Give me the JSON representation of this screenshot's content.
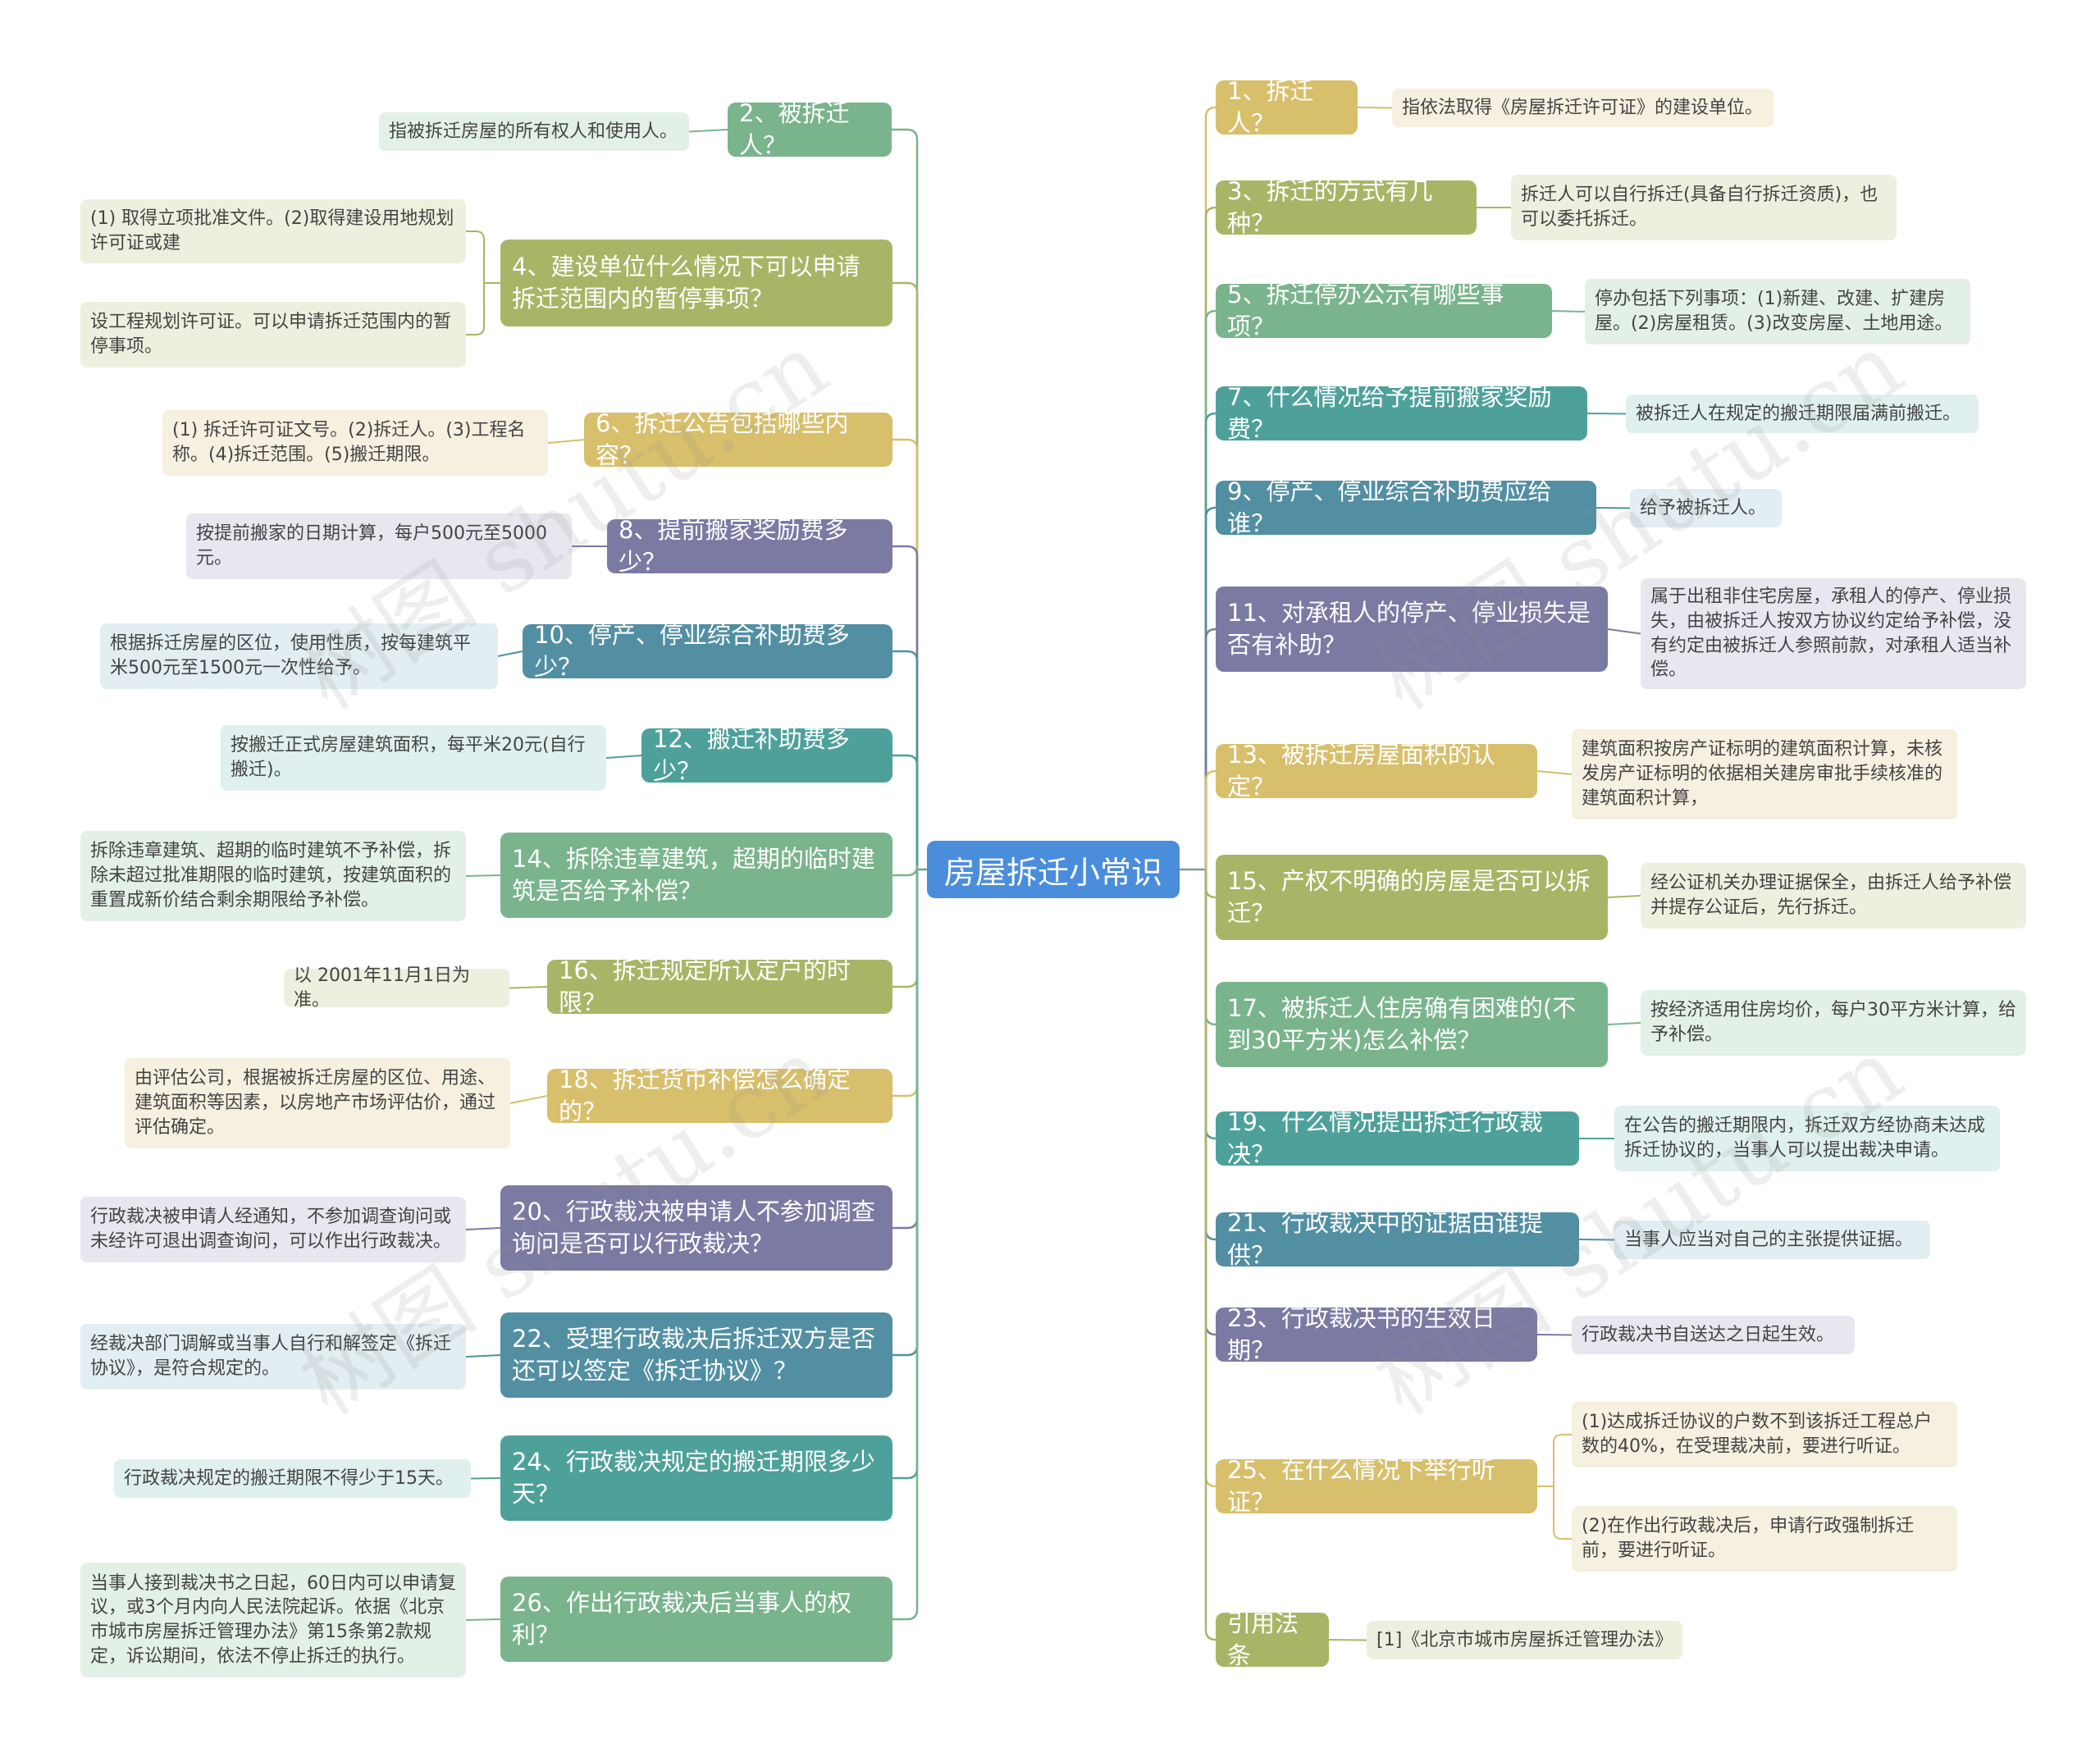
{
  "root": "房屋拆迁小常识",
  "colors": {
    "olive": "#a9b566",
    "gold": "#d8bf6c",
    "sage": "#79b48c",
    "purple": "#7b7aa3",
    "teal": "#4ea19b",
    "slate": "#528fa3",
    "root": "#4a8ddb"
  },
  "left": [
    {
      "q": "2、被拆迁人？",
      "color": "sage",
      "answers": [
        "指被拆迁房屋的所有权人和使用人。"
      ]
    },
    {
      "q": "4、建设单位什么情况下可以申请拆迁范围内的暂停事项？",
      "color": "olive",
      "answers": [
        "(1) 取得立项批准文件。(2)取得建设用地规划许可证或建",
        "设工程规划许可证。可以申请拆迁范围内的暂停事项。"
      ]
    },
    {
      "q": "6、拆迁公告包括哪些内容？",
      "color": "gold",
      "answers": [
        "(1) 拆迁许可证文号。(2)拆迁人。(3)工程名称。(4)拆迁范围。(5)搬迁期限。"
      ]
    },
    {
      "q": "8、提前搬家奖励费多少？",
      "color": "purple",
      "answers": [
        "按提前搬家的日期计算，每户500元至5000元。"
      ]
    },
    {
      "q": "10、停产、停业综合补助费多少？",
      "color": "slate",
      "answers": [
        "根据拆迁房屋的区位，使用性质，按每建筑平米500元至1500元一次性给予。"
      ]
    },
    {
      "q": "12、搬迁补助费多少？",
      "color": "teal",
      "answers": [
        "按搬迁正式房屋建筑面积，每平米20元(自行搬迁)。"
      ]
    },
    {
      "q": "14、拆除违章建筑，超期的临时建筑是否给予补偿？",
      "color": "sage",
      "answers": [
        "拆除违章建筑、超期的临时建筑不予补偿，拆除未超过批准期限的临时建筑，按建筑面积的重置成新价结合剩余期限给予补偿。"
      ]
    },
    {
      "q": "16、拆迁规定所认定户的时限？",
      "color": "olive",
      "answers": [
        "以 2001年11月1日为准。"
      ]
    },
    {
      "q": "18、拆迁货币补偿怎么确定的？",
      "color": "gold",
      "answers": [
        "由评估公司，根据被拆迁房屋的区位、用途、建筑面积等因素，以房地产市场评估价，通过评估确定。"
      ]
    },
    {
      "q": "20、行政裁决被申请人不参加调查询问是否可以行政裁决？",
      "color": "purple",
      "answers": [
        "行政裁决被申请人经通知，不参加调查询问或未经许可退出调查询问，可以作出行政裁决。"
      ]
    },
    {
      "q": "22、受理行政裁决后拆迁双方是否还可以签定《拆迁协议》？",
      "color": "slate",
      "answers": [
        "经裁决部门调解或当事人自行和解签定《拆迁协议》，是符合规定的。"
      ]
    },
    {
      "q": "24、行政裁决规定的搬迁期限多少天？",
      "color": "teal",
      "answers": [
        "行政裁决规定的搬迁期限不得少于15天。"
      ]
    },
    {
      "q": "26、作出行政裁决后当事人的权利？",
      "color": "sage",
      "answers": [
        "当事人接到裁决书之日起，60日内可以申请复议，或3个月内向人民法院起诉。依据《北京市城市房屋拆迁管理办法》第15条第2款规定，诉讼期间，依法不停止拆迁的执行。"
      ]
    }
  ],
  "right": [
    {
      "q": "1、拆迁人？",
      "color": "gold",
      "answers": [
        "指依法取得《房屋拆迁许可证》的建设单位。"
      ]
    },
    {
      "q": "3、拆迁的方式有几种？",
      "color": "olive",
      "answers": [
        "拆迁人可以自行拆迁(具备自行拆迁资质)，也可以委托拆迁。"
      ]
    },
    {
      "q": "5、拆迁停办公示有哪些事项？",
      "color": "sage",
      "answers": [
        "停办包括下列事项：(1)新建、改建、扩建房屋。(2)房屋租赁。(3)改变房屋、土地用途。"
      ]
    },
    {
      "q": "7、什么情况给予提前搬家奖励费？",
      "color": "teal",
      "answers": [
        "被拆迁人在规定的搬迁期限届满前搬迁。"
      ]
    },
    {
      "q": "9、停产、停业综合补助费应给谁？",
      "color": "slate",
      "answers": [
        "给予被拆迁人。"
      ]
    },
    {
      "q": "11、对承租人的停产、停业损失是否有补助？",
      "color": "purple",
      "answers": [
        "属于出租非住宅房屋，承租人的停产、停业损失，由被拆迁人按双方协议约定给予补偿，没有约定由被拆迁人参照前款，对承租人适当补偿。"
      ]
    },
    {
      "q": "13、被拆迁房屋面积的认定？",
      "color": "gold",
      "answers": [
        "建筑面积按房产证标明的建筑面积计算，未核发房产证标明的依据相关建房审批手续核准的建筑面积计算，"
      ]
    },
    {
      "q": "15、产权不明确的房屋是否可以拆迁？",
      "color": "olive",
      "answers": [
        "经公证机关办理证据保全，由拆迁人给予补偿并提存公证后，先行拆迁。"
      ]
    },
    {
      "q": "17、被拆迁人住房确有困难的(不到30平方米)怎么补偿？",
      "color": "sage",
      "answers": [
        "按经济适用住房均价，每户30平方米计算，给予补偿。"
      ]
    },
    {
      "q": "19、什么情况提出拆迁行政裁决？",
      "color": "teal",
      "answers": [
        "在公告的搬迁期限内，拆迁双方经协商未达成拆迁协议的，当事人可以提出裁决申请。"
      ]
    },
    {
      "q": "21、行政裁决中的证据由谁提供？",
      "color": "slate",
      "answers": [
        "当事人应当对自己的主张提供证据。"
      ]
    },
    {
      "q": "23、行政裁决书的生效日期？",
      "color": "purple",
      "answers": [
        "行政裁决书自送达之日起生效。"
      ]
    },
    {
      "q": "25、在什么情况下举行听证？",
      "color": "gold",
      "answers": [
        "(1)达成拆迁协议的户数不到该拆迁工程总户数的40%，在受理裁决前，要进行听证。",
        "(2)在作出行政裁决后，申请行政强制拆迁前，要进行听证。"
      ]
    },
    {
      "q": "引用法条",
      "color": "olive",
      "answers": [
        "[1]《北京市城市房屋拆迁管理办法》"
      ]
    }
  ],
  "watermark": "树图 shutu.cn"
}
